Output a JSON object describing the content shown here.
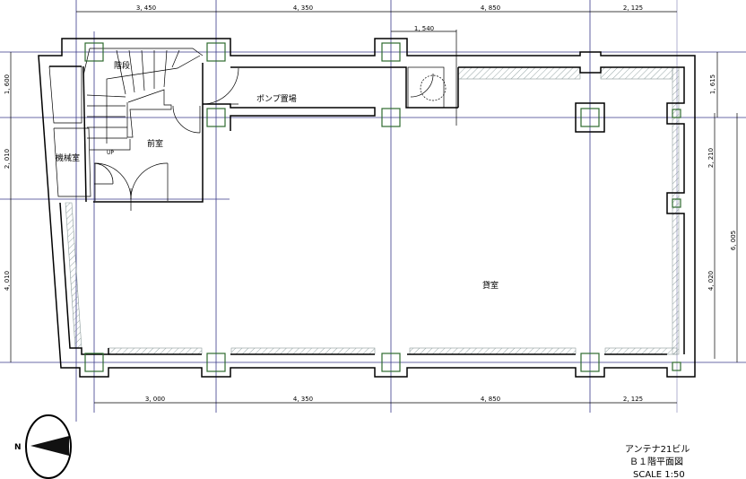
{
  "drawing": {
    "building_name": "アンテナ21ビル",
    "sheet_title": "Ｂ１階平面図",
    "scale": "SCALE 1:50",
    "north_label": "N"
  },
  "rooms": {
    "stairs": "階段",
    "pump": "ポンプ置場",
    "anteroom": "前室",
    "machine": "機械室",
    "rental": "貸室",
    "up": "UP"
  },
  "dimensions": {
    "top": [
      "3, 450",
      "4, 350",
      "4, 850",
      "2, 125"
    ],
    "top_sub": "1, 540",
    "bottom": [
      "3, 000",
      "4, 350",
      "4, 850",
      "2, 125"
    ],
    "left": [
      "1, 600",
      "2, 010",
      "4, 010"
    ],
    "right_inner": [
      "1, 615",
      "2, 210",
      "4, 020"
    ],
    "right_total": "6, 005"
  },
  "colors": {
    "grid": "#3a3a8a",
    "column": "#2e6b2e",
    "wall": "#000000"
  }
}
